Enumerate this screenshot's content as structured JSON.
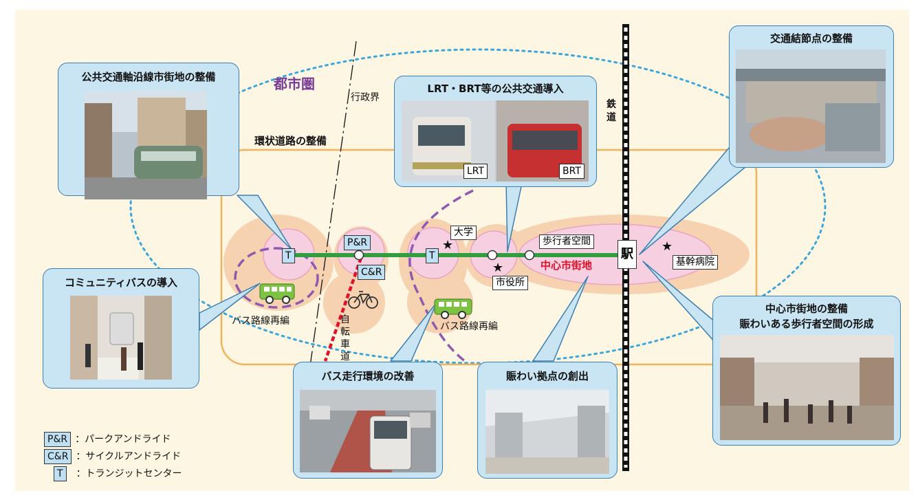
{
  "labels": {
    "metro_area": "都市圏",
    "admin_boundary": "行政界",
    "ring_road": "環状道路の整備",
    "railway": "鉄道",
    "university": "大学",
    "city_hall": "市役所",
    "pedestrian_space": "歩行者空間",
    "city_center": "中心市街地",
    "station": "駅",
    "hospital": "基幹病院",
    "bus_reorg_left": "バス路線再編",
    "bus_reorg_mid": "バス路線再編",
    "bike_road": "自転車道"
  },
  "nodes": {
    "p_and_r": "P&R",
    "c_and_r": "C&R",
    "t_left": "T",
    "t_mid": "T"
  },
  "callouts": {
    "corridor": "公共交通軸沿線市街地の整備",
    "lrt_brt": "LRT・BRT等の公共交通導入",
    "lrt_tag": "LRT",
    "brt_tag": "BRT",
    "hub": "交通結節点の整備",
    "community_bus": "コミュニティバスの導入",
    "bus_env": "バス走行環境の改善",
    "hub_create": "賑わい拠点の創出",
    "center_dev_1": "中心市街地の整備",
    "center_dev_2": "賑わいある歩行者空間の形成"
  },
  "legend": [
    {
      "key": "P&R",
      "text": "：パークアンドライド"
    },
    {
      "key": "C&R",
      "text": "：サイクルアンドライド"
    },
    {
      "key": "T",
      "text": "：トランジットセンター"
    }
  ],
  "colors": {
    "background": "#fdf6e3",
    "metro_boundary": "#3aa6dc",
    "ring_road": "#f0b25a",
    "district": "#f6d2b0",
    "center_pink": "#f6cfe0",
    "transit_axis": "#2e9e3e",
    "bus_route": "#8e5ab0",
    "bike_road": "#e0102a",
    "callout_fill": "#c9e4f2",
    "callout_border": "#3a7fb0",
    "city_center_text": "#e0102a",
    "metro_text": "#7a3b96"
  }
}
